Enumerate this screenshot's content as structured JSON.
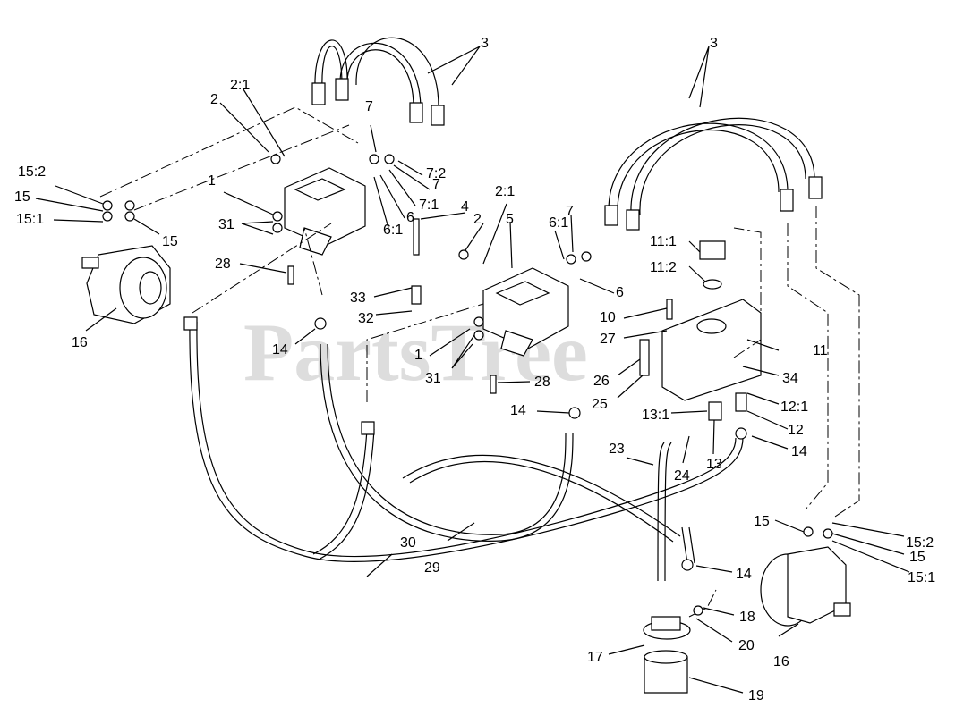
{
  "watermark": "PartsTree",
  "labels": {
    "l3a": "3",
    "l3b": "3",
    "l2_1a": "2:1",
    "l2a": "2",
    "l7a": "7",
    "l15_2a": "15:2",
    "l15a": "15",
    "l15_1a": "15:1",
    "l15b": "15",
    "l1a": "1",
    "l31a": "31",
    "l28a": "28",
    "l16a": "16",
    "l14a": "14",
    "l7_2": "7:2",
    "l7b": "7",
    "l7_1": "7:1",
    "l6a": "6",
    "l6_1a": "6:1",
    "l2_1b": "2:1",
    "l4": "4",
    "l2b": "2",
    "l5": "5",
    "l6_1b": "6:1",
    "l7c": "7",
    "l11_1": "11:1",
    "l11_2": "11:2",
    "l6b": "6",
    "l33": "33",
    "l32": "32",
    "l10": "10",
    "l27": "27",
    "l11": "11",
    "l1b": "1",
    "l31b": "31",
    "l26": "26",
    "l34": "34",
    "l28b": "28",
    "l25": "25",
    "l12_1": "12:1",
    "l14b": "14",
    "l13_1": "13:1",
    "l12": "12",
    "l14c": "14",
    "l23": "23",
    "l24": "24",
    "l13": "13",
    "l15c": "15",
    "l15_2b": "15:2",
    "l15d": "15",
    "l15_1b": "15:1",
    "l30": "30",
    "l29": "29",
    "l14d": "14",
    "l18": "18",
    "l17": "17",
    "l20": "20",
    "l16b": "16",
    "l19": "19"
  }
}
